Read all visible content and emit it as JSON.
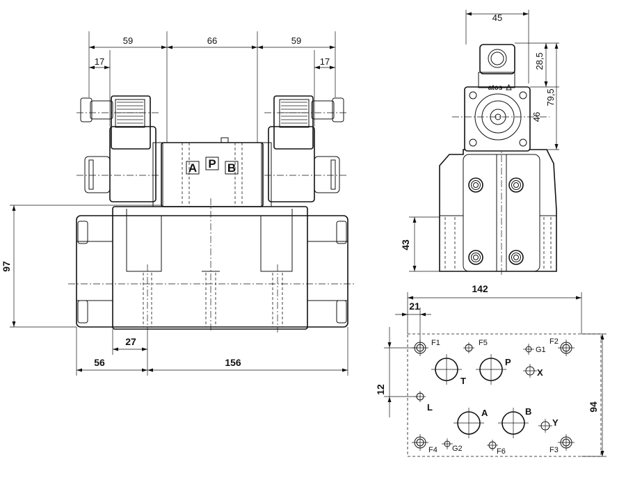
{
  "front_view": {
    "dims": {
      "top_left": "59",
      "top_mid": "66",
      "top_right": "59",
      "sub_left": "17",
      "sub_right": "17",
      "height": "97",
      "bot_27": "27",
      "bot_56": "56",
      "bot_156": "156"
    },
    "ports": {
      "a": "A",
      "p": "P",
      "b": "B"
    }
  },
  "side_view": {
    "brand": "atos",
    "dims": {
      "width": "45",
      "d28": "28,5",
      "d79": "79,5",
      "d46": "46",
      "d43": "43"
    }
  },
  "plate_view": {
    "dims": {
      "width": "142",
      "d21": "21",
      "d12": "12",
      "d94": "94"
    },
    "labels": {
      "f1": "F1",
      "f5": "F5",
      "g1": "G1",
      "f2": "F2",
      "t": "T",
      "p": "P",
      "x": "X",
      "l": "L",
      "a": "A",
      "b": "B",
      "y": "Y",
      "f4": "F4",
      "g2": "G2",
      "f6": "F6",
      "f3": "F3"
    }
  }
}
